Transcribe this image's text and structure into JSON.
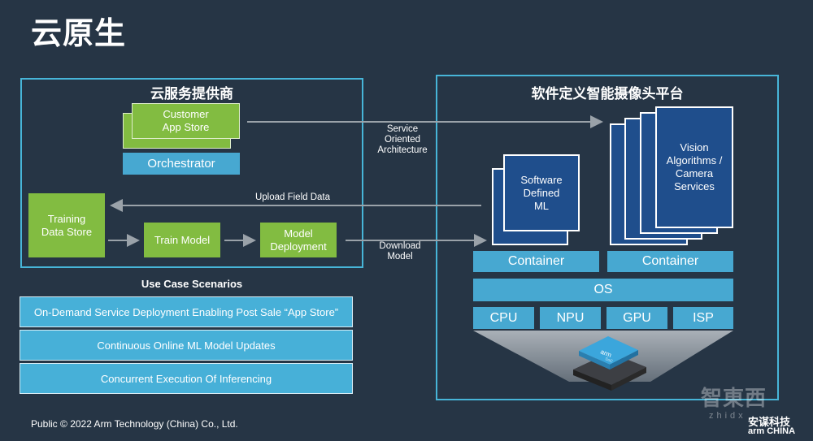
{
  "slide": {
    "title": "云原生",
    "footer": "Public © 2022 Arm Technology (China) Co., Ltd."
  },
  "cloud_panel": {
    "title": "云服务提供商",
    "customer_app_store": "Customer\nApp Store",
    "orchestrator": "Orchestrator",
    "training_data_store": "Training\nData Store",
    "train_model": "Train Model",
    "model_deployment": "Model\nDeployment"
  },
  "camera_panel": {
    "title": "软件定义智能摄像头平台",
    "software_defined_ml": "Software\nDefined\nML",
    "vision_algorithms": "Vision\nAlgorithms /\nCamera\nServices",
    "container_left": "Container",
    "container_right": "Container",
    "os": "OS",
    "hw": [
      "CPU",
      "NPU",
      "GPU",
      "ISP"
    ],
    "chip_brand": "arm",
    "chip_sub": "SoC"
  },
  "arrows": {
    "service_oriented": "Service\nOriented\nArchitecture",
    "upload_field_data": "Upload Field Data",
    "download_model": "Download\nModel"
  },
  "use_cases": {
    "heading": "Use Case Scenarios",
    "items": [
      "On-Demand Service Deployment Enabling Post Sale “App Store”",
      "Continuous Online ML Model Updates",
      "Concurrent Execution Of Inferencing"
    ]
  },
  "watermark": {
    "brand_cn": "智東西",
    "brand_pinyin": "zhidx",
    "partner_cn": "安谋科技",
    "partner_en": "arm CHINA"
  },
  "colors": {
    "background": "#263545",
    "panel_border": "#47b5d8",
    "green": "#82bc41",
    "bar_blue": "#47a8d1",
    "navy": "#1f4e8c"
  }
}
